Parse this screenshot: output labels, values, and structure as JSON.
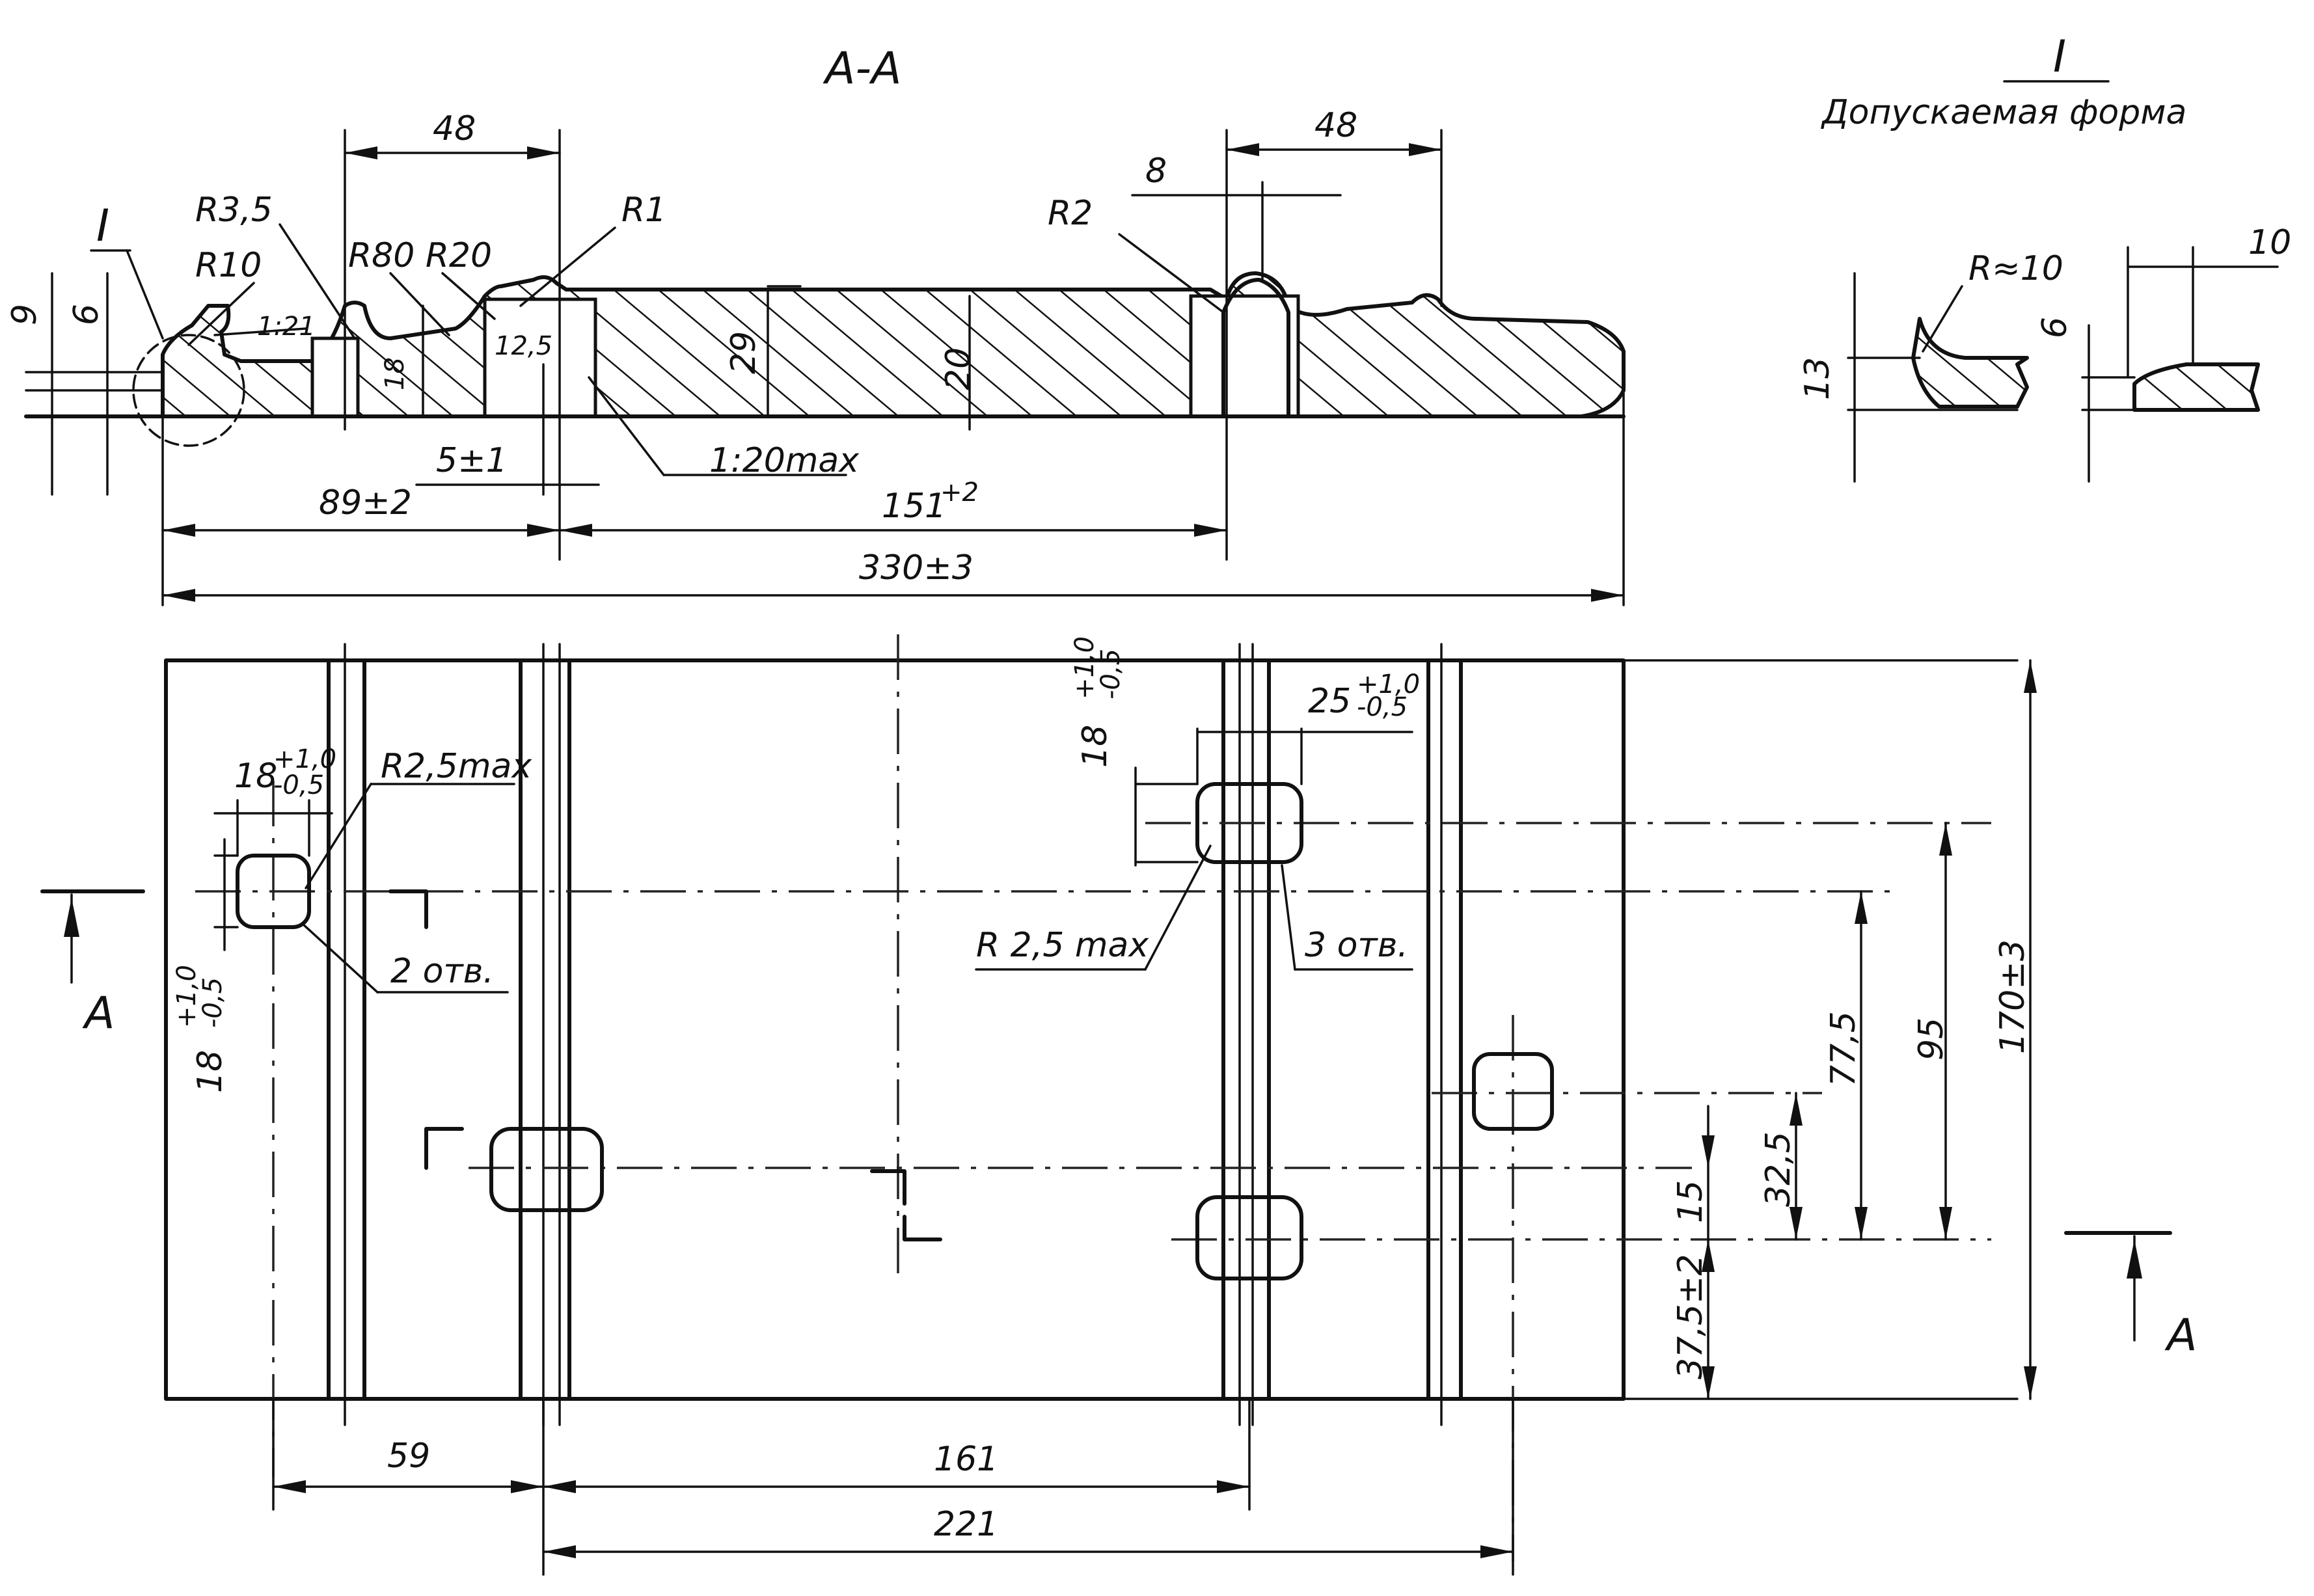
{
  "section_view": {
    "title": "А-А",
    "labels": {
      "detail_mark": "I",
      "r3_5": "R3,5",
      "r10": "R10",
      "slope_1_21": "1:21",
      "r80_r20": "R80 R20",
      "r1": "R1",
      "r2": "R2",
      "slope_1_20max": "1:20max",
      "dim_12_5": "12,5",
      "dim_18": "18",
      "dim_29": "29",
      "dim_20": "20",
      "dim_9": "9",
      "dim_6": "6",
      "dim_48_left": "48",
      "dim_48_right": "48",
      "dim_8": "8",
      "dim_5pm1": "5±1",
      "dim_89pm2": "89±2",
      "dim_151": "151",
      "dim_151_tol": "+2",
      "dim_330pm3": "330±3"
    }
  },
  "detail_view": {
    "title": "I",
    "subtitle": "Допускаемая форма",
    "labels": {
      "r_approx_10": "R≈10",
      "dim_13": "13",
      "dim_10": "10",
      "dim_6": "6"
    }
  },
  "plan_view": {
    "labels": {
      "hole_18_upper": "18",
      "tol_plus_1_0": "+1,0",
      "tol_minus_0_5": "-0,5",
      "r2_5max_left": "R2,5max",
      "holes_2": "2 отв.",
      "hole_18_side": "18",
      "hole_18_top_right": "18",
      "hole_25": "25",
      "r2_5max_right": "R 2,5 max",
      "holes_3": "3 отв.",
      "section_A_left": "A",
      "section_A_right": "A",
      "dim_59": "59",
      "dim_161": "161",
      "dim_221": "221",
      "dim_77_5": "77,5",
      "dim_95": "95",
      "dim_170pm3": "170±3",
      "dim_32_5": "32,5",
      "dim_15": "15",
      "dim_37_5pm2": "37,5±2"
    }
  }
}
